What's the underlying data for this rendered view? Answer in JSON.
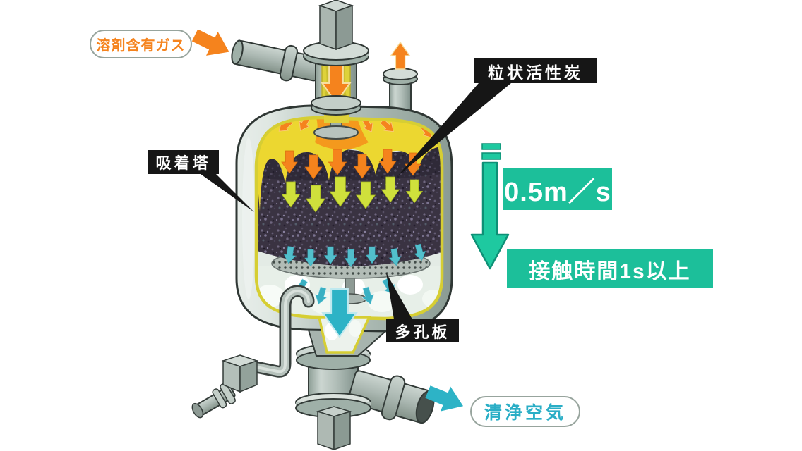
{
  "diagram": {
    "labels": {
      "solvent_gas": "溶剤含有ガス",
      "granular_activated_carbon": "粒状活性炭",
      "adsorption_tower": "吸着塔",
      "perforated_plate": "多孔板",
      "clean_air": "清浄空気"
    },
    "annotations": {
      "velocity": "0.5m／s",
      "contact_time": "接触時間1s以上"
    },
    "colors": {
      "annotation_green": "#1cbf9a",
      "inlet_gas_orange": "#f5831d",
      "mid_bed_yellow_green": "#cfe03c",
      "clean_air_cyan": "#2fb2c6",
      "cut_edge_yellow": "#d6ce33",
      "label_background_black": "#161616",
      "label_text_white": "#ffffff"
    }
  }
}
